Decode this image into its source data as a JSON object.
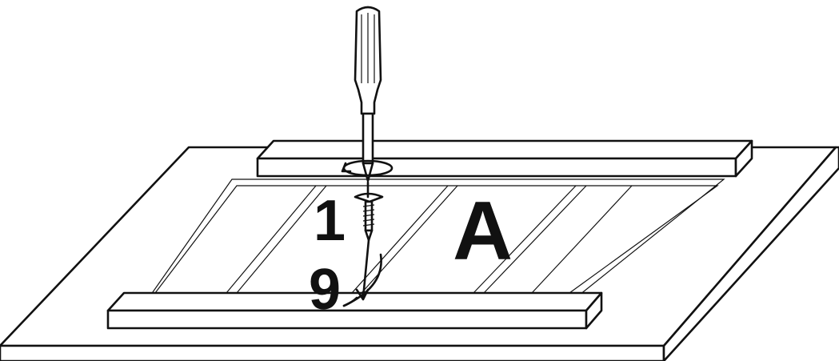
{
  "labels": {
    "part_letter": "A",
    "screw_qty": "1",
    "screw_ref": "9"
  },
  "icons": {
    "tool": "screwdriver-icon",
    "rotation": "rotate-arrow-icon",
    "fastener": "screw-icon"
  },
  "colors": {
    "ink": "#111111",
    "paper": "#ffffff"
  }
}
